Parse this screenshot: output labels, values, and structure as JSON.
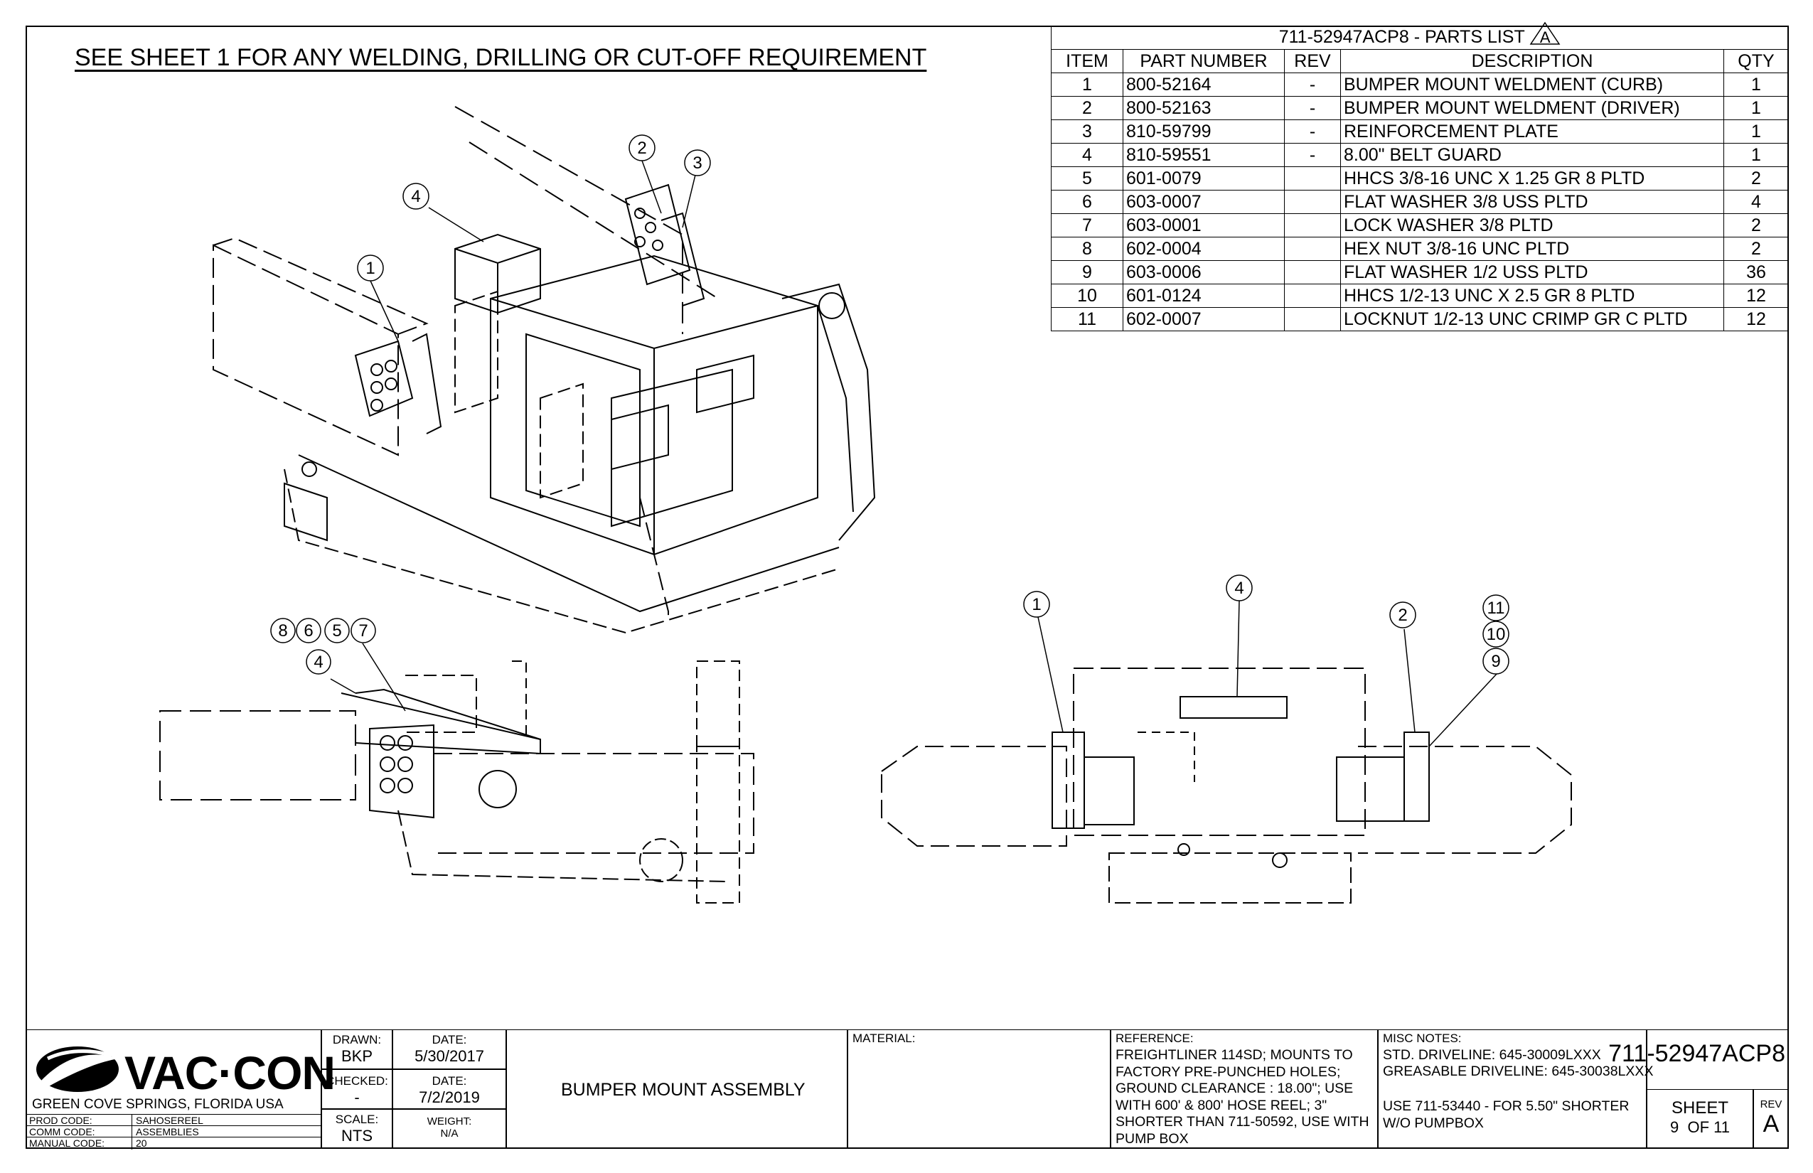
{
  "note": "SEE SHEET 1 FOR ANY WELDING, DRILLING OR CUT-OFF REQUIREMENT",
  "parts_list": {
    "title": "711-52947ACP8 - PARTS LIST",
    "revision_mark": "A",
    "headers": [
      "ITEM",
      "PART NUMBER",
      "REV",
      "DESCRIPTION",
      "QTY"
    ],
    "rows": [
      [
        "1",
        "800-52164",
        "-",
        "BUMPER MOUNT WELDMENT (CURB)",
        "1"
      ],
      [
        "2",
        "800-52163",
        "-",
        "BUMPER MOUNT WELDMENT (DRIVER)",
        "1"
      ],
      [
        "3",
        "810-59799",
        "-",
        "REINFORCEMENT PLATE",
        "1"
      ],
      [
        "4",
        "810-59551",
        "-",
        "8.00\" BELT GUARD",
        "1"
      ],
      [
        "5",
        "601-0079",
        "",
        "HHCS 3/8-16 UNC X 1.25 GR 8 PLTD",
        "2"
      ],
      [
        "6",
        "603-0007",
        "",
        "FLAT WASHER 3/8 USS PLTD",
        "4"
      ],
      [
        "7",
        "603-0001",
        "",
        "LOCK WASHER 3/8 PLTD",
        "2"
      ],
      [
        "8",
        "602-0004",
        "",
        "HEX NUT 3/8-16 UNC PLTD",
        "2"
      ],
      [
        "9",
        "603-0006",
        "",
        "FLAT WASHER 1/2 USS PLTD",
        "36"
      ],
      [
        "10",
        "601-0124",
        "",
        "HHCS 1/2-13 UNC X 2.5 GR 8 PLTD",
        "12"
      ],
      [
        "11",
        "602-0007",
        "",
        "LOCKNUT 1/2-13 UNC CRIMP GR C PLTD",
        "12"
      ]
    ]
  },
  "balloons": {
    "iso": [
      "1",
      "2",
      "3",
      "4"
    ],
    "side": [
      "8",
      "6",
      "5",
      "7",
      "4"
    ],
    "top": [
      "1",
      "4",
      "2",
      "11",
      "10",
      "9"
    ]
  },
  "title_block": {
    "company": "VAC·CON",
    "location": "GREEN COVE SPRINGS, FLORIDA USA",
    "prod_code_label": "PROD CODE:",
    "prod_code": "SAHOSEREEL",
    "comm_code_label": "COMM CODE:",
    "comm_code": "ASSEMBLIES",
    "manual_code_label": "MANUAL CODE:",
    "manual_code": "20",
    "drawn_label": "DRAWN:",
    "drawn": "BKP",
    "date_label": "DATE:",
    "drawn_date": "5/30/2017",
    "checked_label": "CHECKED:",
    "checked": "-",
    "checked_date": "7/2/2019",
    "scale_label": "SCALE:",
    "scale": "NTS",
    "weight_label": "WEIGHT:",
    "weight": "N/A",
    "drawing_title": "BUMPER MOUNT ASSEMBLY",
    "material_label": "MATERIAL:",
    "reference_label": "REFERENCE:",
    "reference": "FREIGHTLINER 114SD; MOUNTS TO FACTORY PRE-PUNCHED HOLES; GROUND CLEARANCE : 18.00\"; USE WITH 600' & 800' HOSE REEL; 3\" SHORTER THAN 711-50592, USE WITH PUMP BOX",
    "misc_label": "MISC NOTES:",
    "misc_line1": "STD. DRIVELINE: 645-30009LXXX",
    "misc_line2": "GREASABLE DRIVELINE: 645-30038LXXX",
    "misc_line3": "USE 711-53440 - FOR 5.50\" SHORTER W/O PUMPBOX",
    "drawing_number": "711-52947ACP8",
    "sheet_label": "SHEET",
    "sheet": "9  OF 11",
    "rev_label": "REV",
    "rev": "A"
  }
}
